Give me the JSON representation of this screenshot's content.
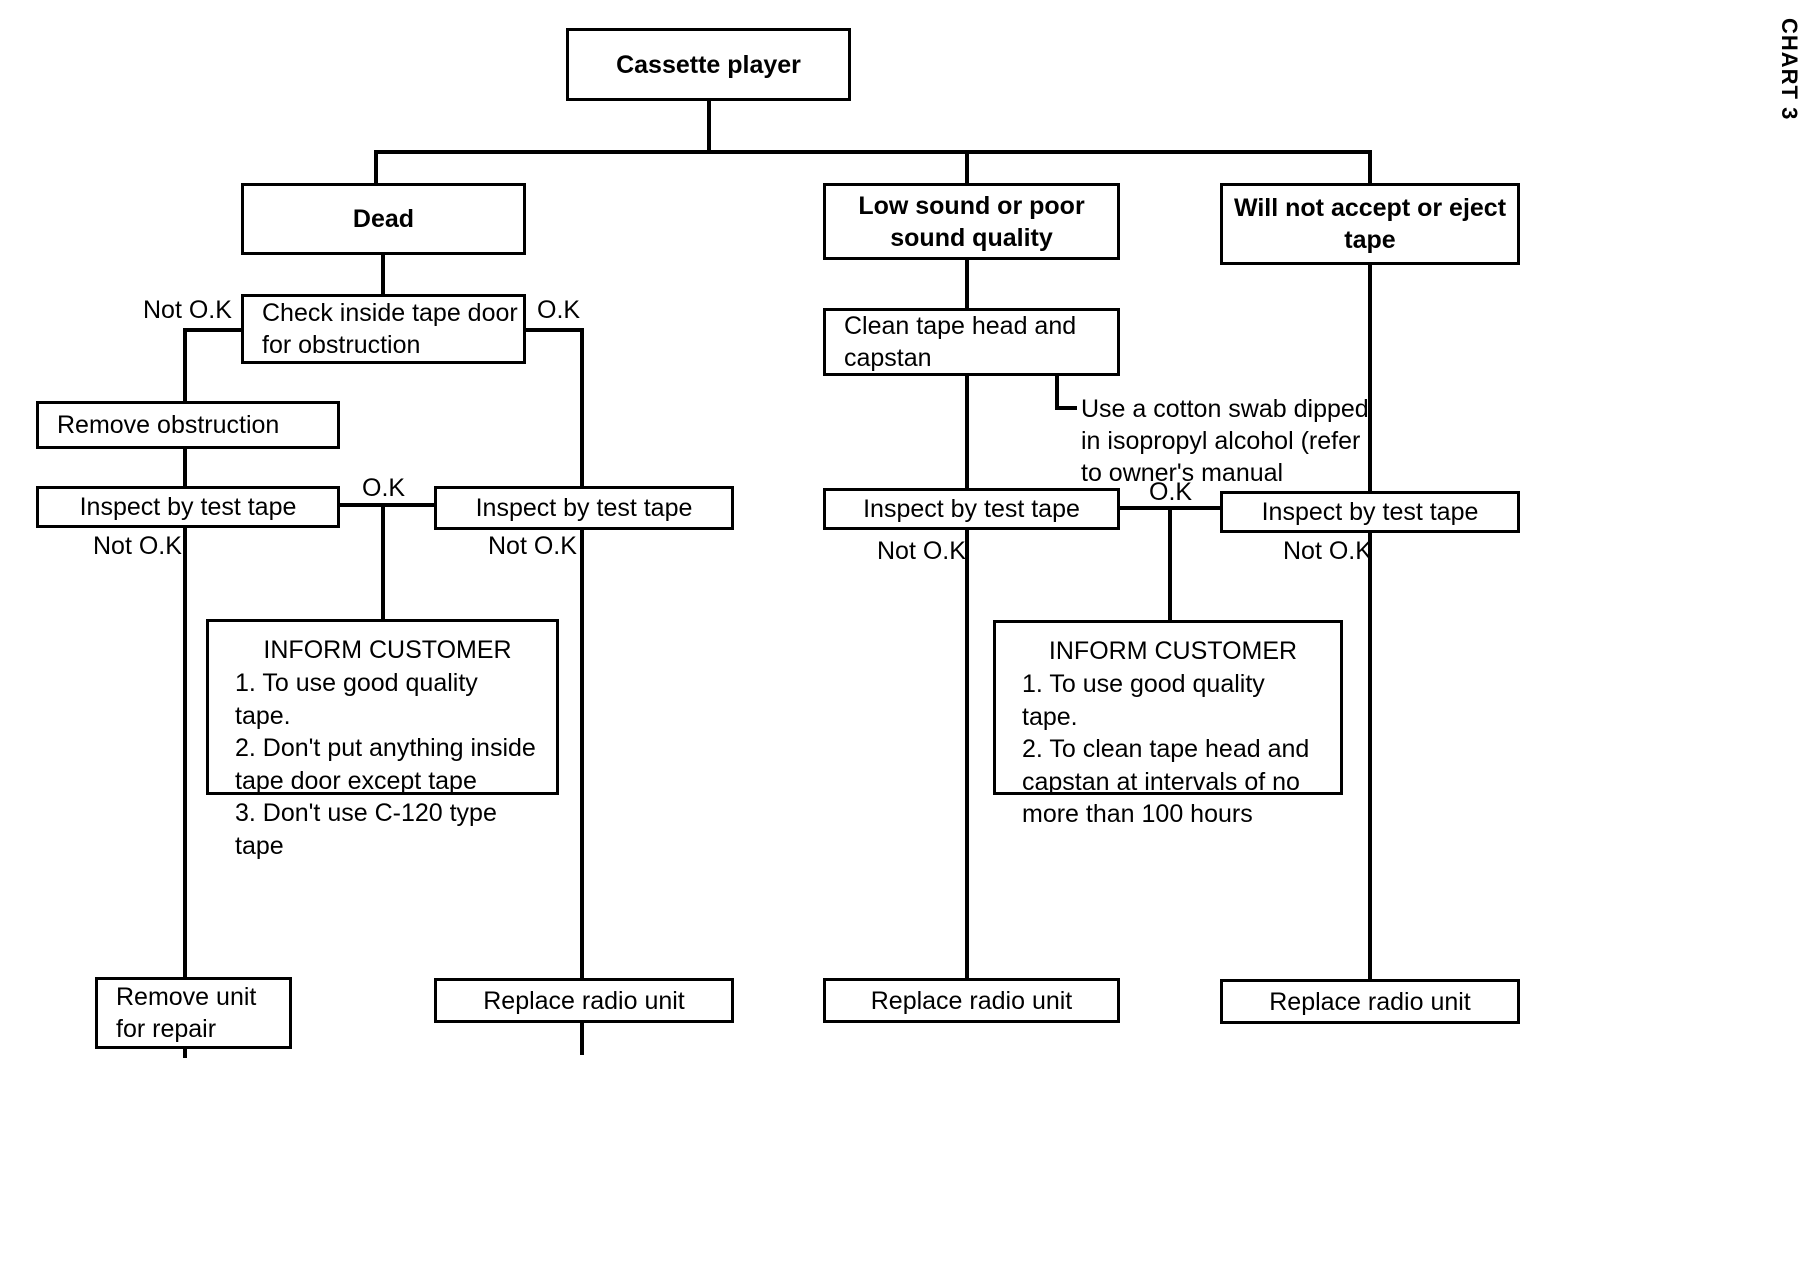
{
  "page": {
    "chart_label": "CHART 3"
  },
  "nodes": {
    "root": "Cassette player",
    "branch_dead": "Dead",
    "branch_low_sound": "Low sound or poor\nsound quality",
    "branch_no_accept": "Will not accept\nor eject tape",
    "check_inside": "Check inside tape\ndoor for obstruction",
    "remove_obstruction": "Remove obstruction",
    "clean_tape_head": "Clean tape head\nand capstan",
    "inspect_1": "Inspect by test tape",
    "inspect_2": "Inspect by test tape",
    "inspect_3": "Inspect by test tape",
    "inspect_4": "Inspect by test tape",
    "remove_unit": "Remove unit\nfor repair",
    "replace_radio_1": "Replace radio unit",
    "replace_radio_2": "Replace radio unit",
    "replace_radio_3": "Replace radio unit"
  },
  "notes": {
    "cotton_swab": "Use a cotton swab dipped\nin isopropyl alcohol (refer\nto owner's manual"
  },
  "inform_customer_left": {
    "title": "INFORM CUSTOMER",
    "items": "1. To use good quality tape.\n2. Don't put anything inside\n    tape door except tape\n3. Don't use C-120 type tape"
  },
  "inform_customer_right": {
    "title": "INFORM CUSTOMER",
    "items": "1. To use good quality tape.\n2. To clean tape head and\n    capstan at intervals of no\n    more than 100 hours"
  },
  "edge_labels": {
    "not_ok_1": "Not O.K",
    "ok_1": "O.K",
    "ok_2": "O.K",
    "not_ok_2": "Not O.K",
    "not_ok_3": "Not O.K",
    "not_ok_4": "Not O.K",
    "ok_3": "O.K",
    "not_ok_5": "Not O.K"
  },
  "colors": {
    "stroke": "#000000",
    "background": "#ffffff"
  }
}
